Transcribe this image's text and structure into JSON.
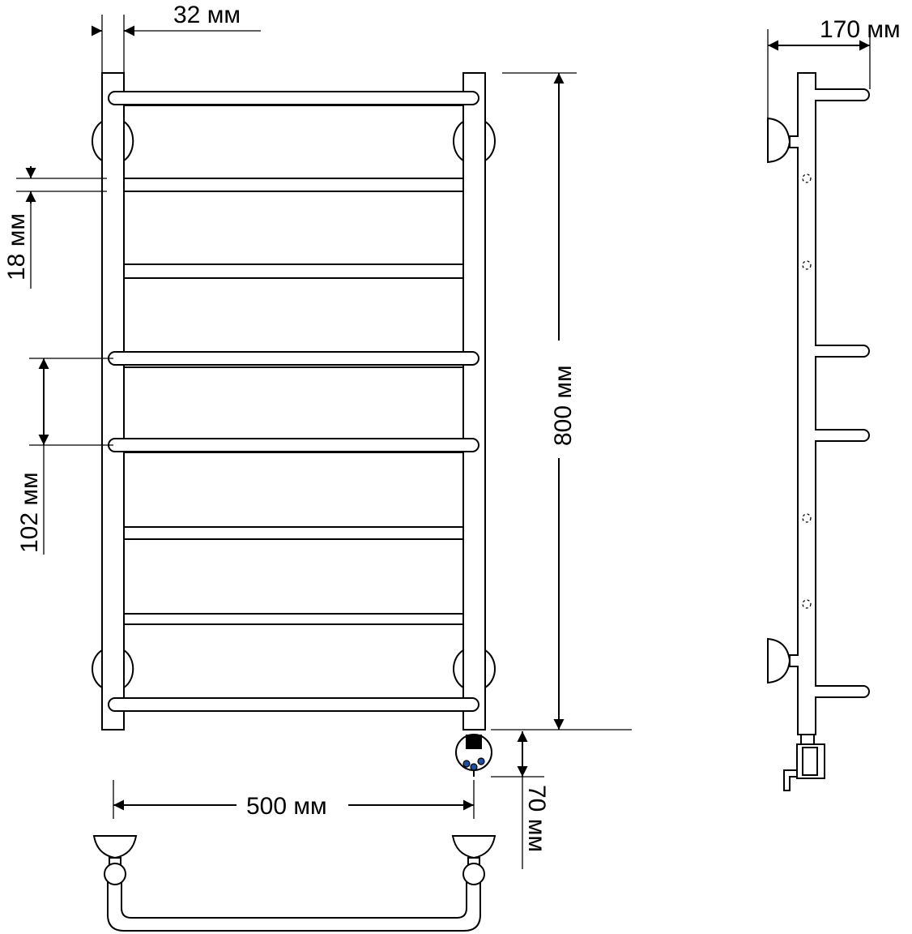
{
  "dimensions": {
    "tube_width": "32 мм",
    "rung_gap": "18 мм",
    "rung_spacing": "102 мм",
    "total_height": "800 мм",
    "total_width": "500 мм",
    "heater_length": "70 мм",
    "side_depth": "170 мм"
  },
  "colors": {
    "line": "#000000",
    "background": "#ffffff",
    "heater_indicator": "#1d4fa0"
  },
  "icons": [
    "arrowhead-icon",
    "wall-bracket-icon",
    "thermostat-icon",
    "indicator-led-icon"
  ]
}
